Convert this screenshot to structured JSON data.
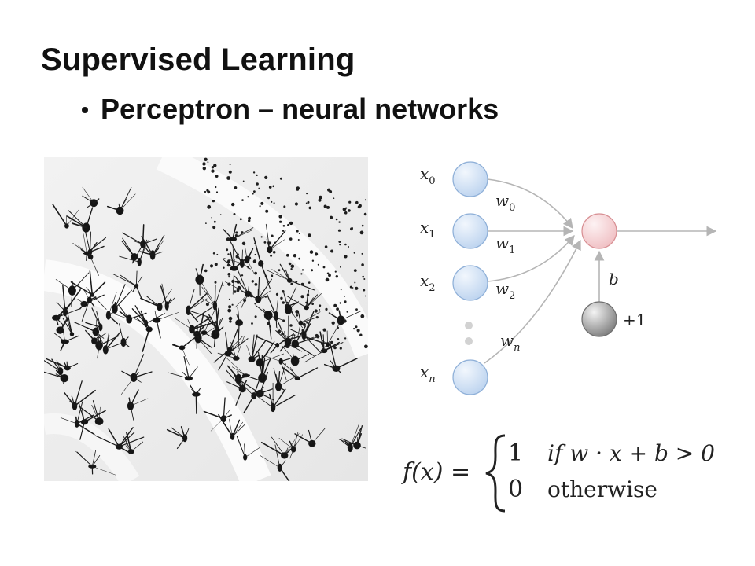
{
  "slide": {
    "title": "Supervised Learning",
    "bullets": [
      {
        "text": "Perceptron – neural networks"
      }
    ]
  },
  "diagram": {
    "inputs": [
      {
        "var": "x",
        "sub": "0",
        "weight_var": "w",
        "weight_sub": "0"
      },
      {
        "var": "x",
        "sub": "1",
        "weight_var": "w",
        "weight_sub": "1"
      },
      {
        "var": "x",
        "sub": "2",
        "weight_var": "w",
        "weight_sub": "2"
      },
      {
        "var": "x",
        "sub": "n",
        "weight_var": "w",
        "weight_sub": "n"
      }
    ],
    "bias_label": "b",
    "bias_value": "+1"
  },
  "formula": {
    "lhs": "f(x) =",
    "case1_value": "1",
    "case1_cond": "if w · x + b > 0",
    "case2_value": "0",
    "case2_cond": "otherwise"
  },
  "colors": {
    "input_node_fill": "#c9dcf2",
    "input_node_stroke": "#8fb0d8",
    "output_node_fill": "#f7d6d8",
    "output_node_stroke": "#d89094",
    "bias_node_fill": "#8a8a8a",
    "edge": "#b5b5b5"
  }
}
